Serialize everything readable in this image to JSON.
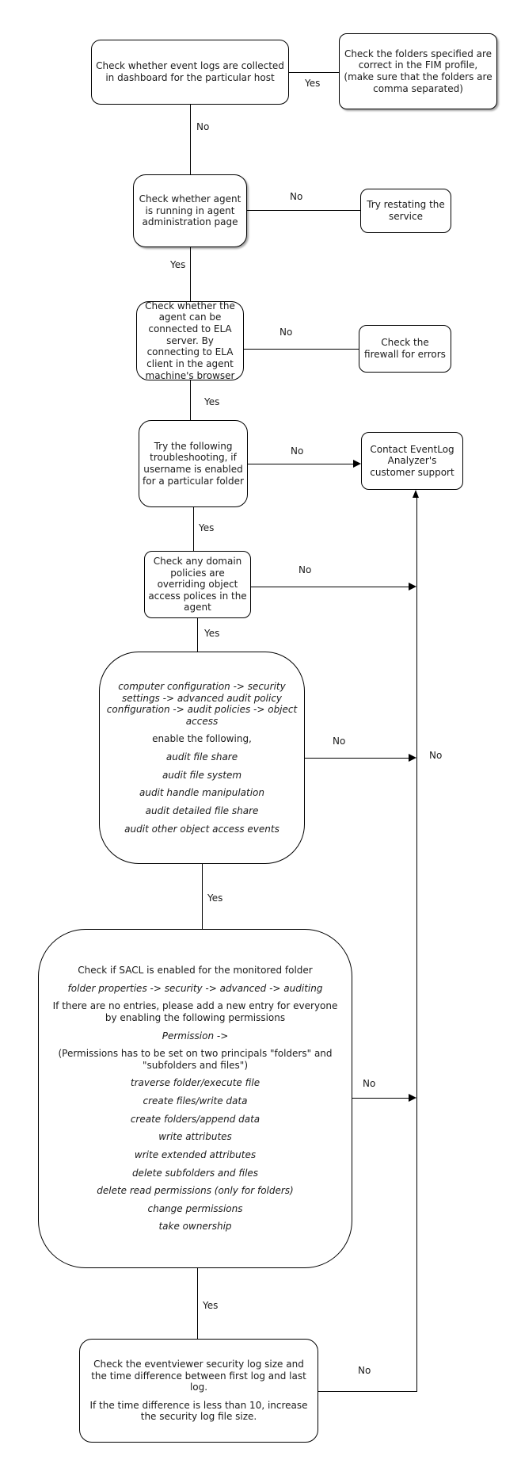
{
  "flowchart": {
    "labels": {
      "yes": "Yes",
      "no": "No"
    },
    "nodes": {
      "event_logs": "Check whether event logs are collected in dashboard for the particular host",
      "fim_folders": "Check the folders specified are correct in the FIM profile, (make sure that the folders are comma separated)",
      "agent_running": "Check whether agent is running in agent administration page",
      "restart_service": "Try restating the service",
      "ela_connect": "Check whether the agent can be connected to ELA server. By connecting to ELA client in the agent machine's browser",
      "firewall": "Check the firewall for errors",
      "troubleshoot": "Try the following troubleshooting, if username is enabled for a particular folder",
      "support": "Contact EventLog Analyzer's customer support",
      "domain_policies": "Check any domain policies are overriding object access polices in the agent",
      "audit": {
        "lines": [
          {
            "style": "italic",
            "text": "computer configuration -> security settings -> advanced audit policy configuration -> audit policies -> object access"
          },
          {
            "style": "normal",
            "text": "enable the following,"
          },
          {
            "style": "italic",
            "text": "audit file share"
          },
          {
            "style": "italic",
            "text": "audit file system"
          },
          {
            "style": "italic",
            "text": "audit handle manipulation"
          },
          {
            "style": "italic",
            "text": "audit detailed file share"
          },
          {
            "style": "italic",
            "text": "audit other object access events"
          }
        ]
      },
      "sacl": {
        "lines": [
          {
            "style": "normal",
            "text": "Check if SACL is enabled for the monitored folder"
          },
          {
            "style": "italic",
            "text": "folder properties -> security -> advanced -> auditing"
          },
          {
            "style": "normal",
            "text": "If there are no entries, please add a new entry for everyone by enabling the following permissions"
          },
          {
            "style": "italic",
            "text": "Permission ->"
          },
          {
            "style": "normal",
            "text": "(Permissions has to be set on two principals \"folders\" and \"subfolders and files\")"
          },
          {
            "style": "italic",
            "text": "traverse folder/execute file"
          },
          {
            "style": "italic",
            "text": "create files/write data"
          },
          {
            "style": "italic",
            "text": "create folders/append data"
          },
          {
            "style": "italic",
            "text": "write attributes"
          },
          {
            "style": "italic",
            "text": "write extended attributes"
          },
          {
            "style": "italic",
            "text": "delete subfolders and files"
          },
          {
            "style": "italic",
            "text": "delete read permissions (only for folders)"
          },
          {
            "style": "italic",
            "text": "change permissions"
          },
          {
            "style": "italic",
            "text": "take ownership"
          }
        ]
      },
      "log_size": {
        "lines": [
          {
            "style": "normal",
            "text": "Check the eventviewer security log size and the time difference between first log and last log."
          },
          {
            "style": "normal",
            "text": "If the time difference is less than 10, increase the security log file size."
          }
        ]
      }
    }
  }
}
